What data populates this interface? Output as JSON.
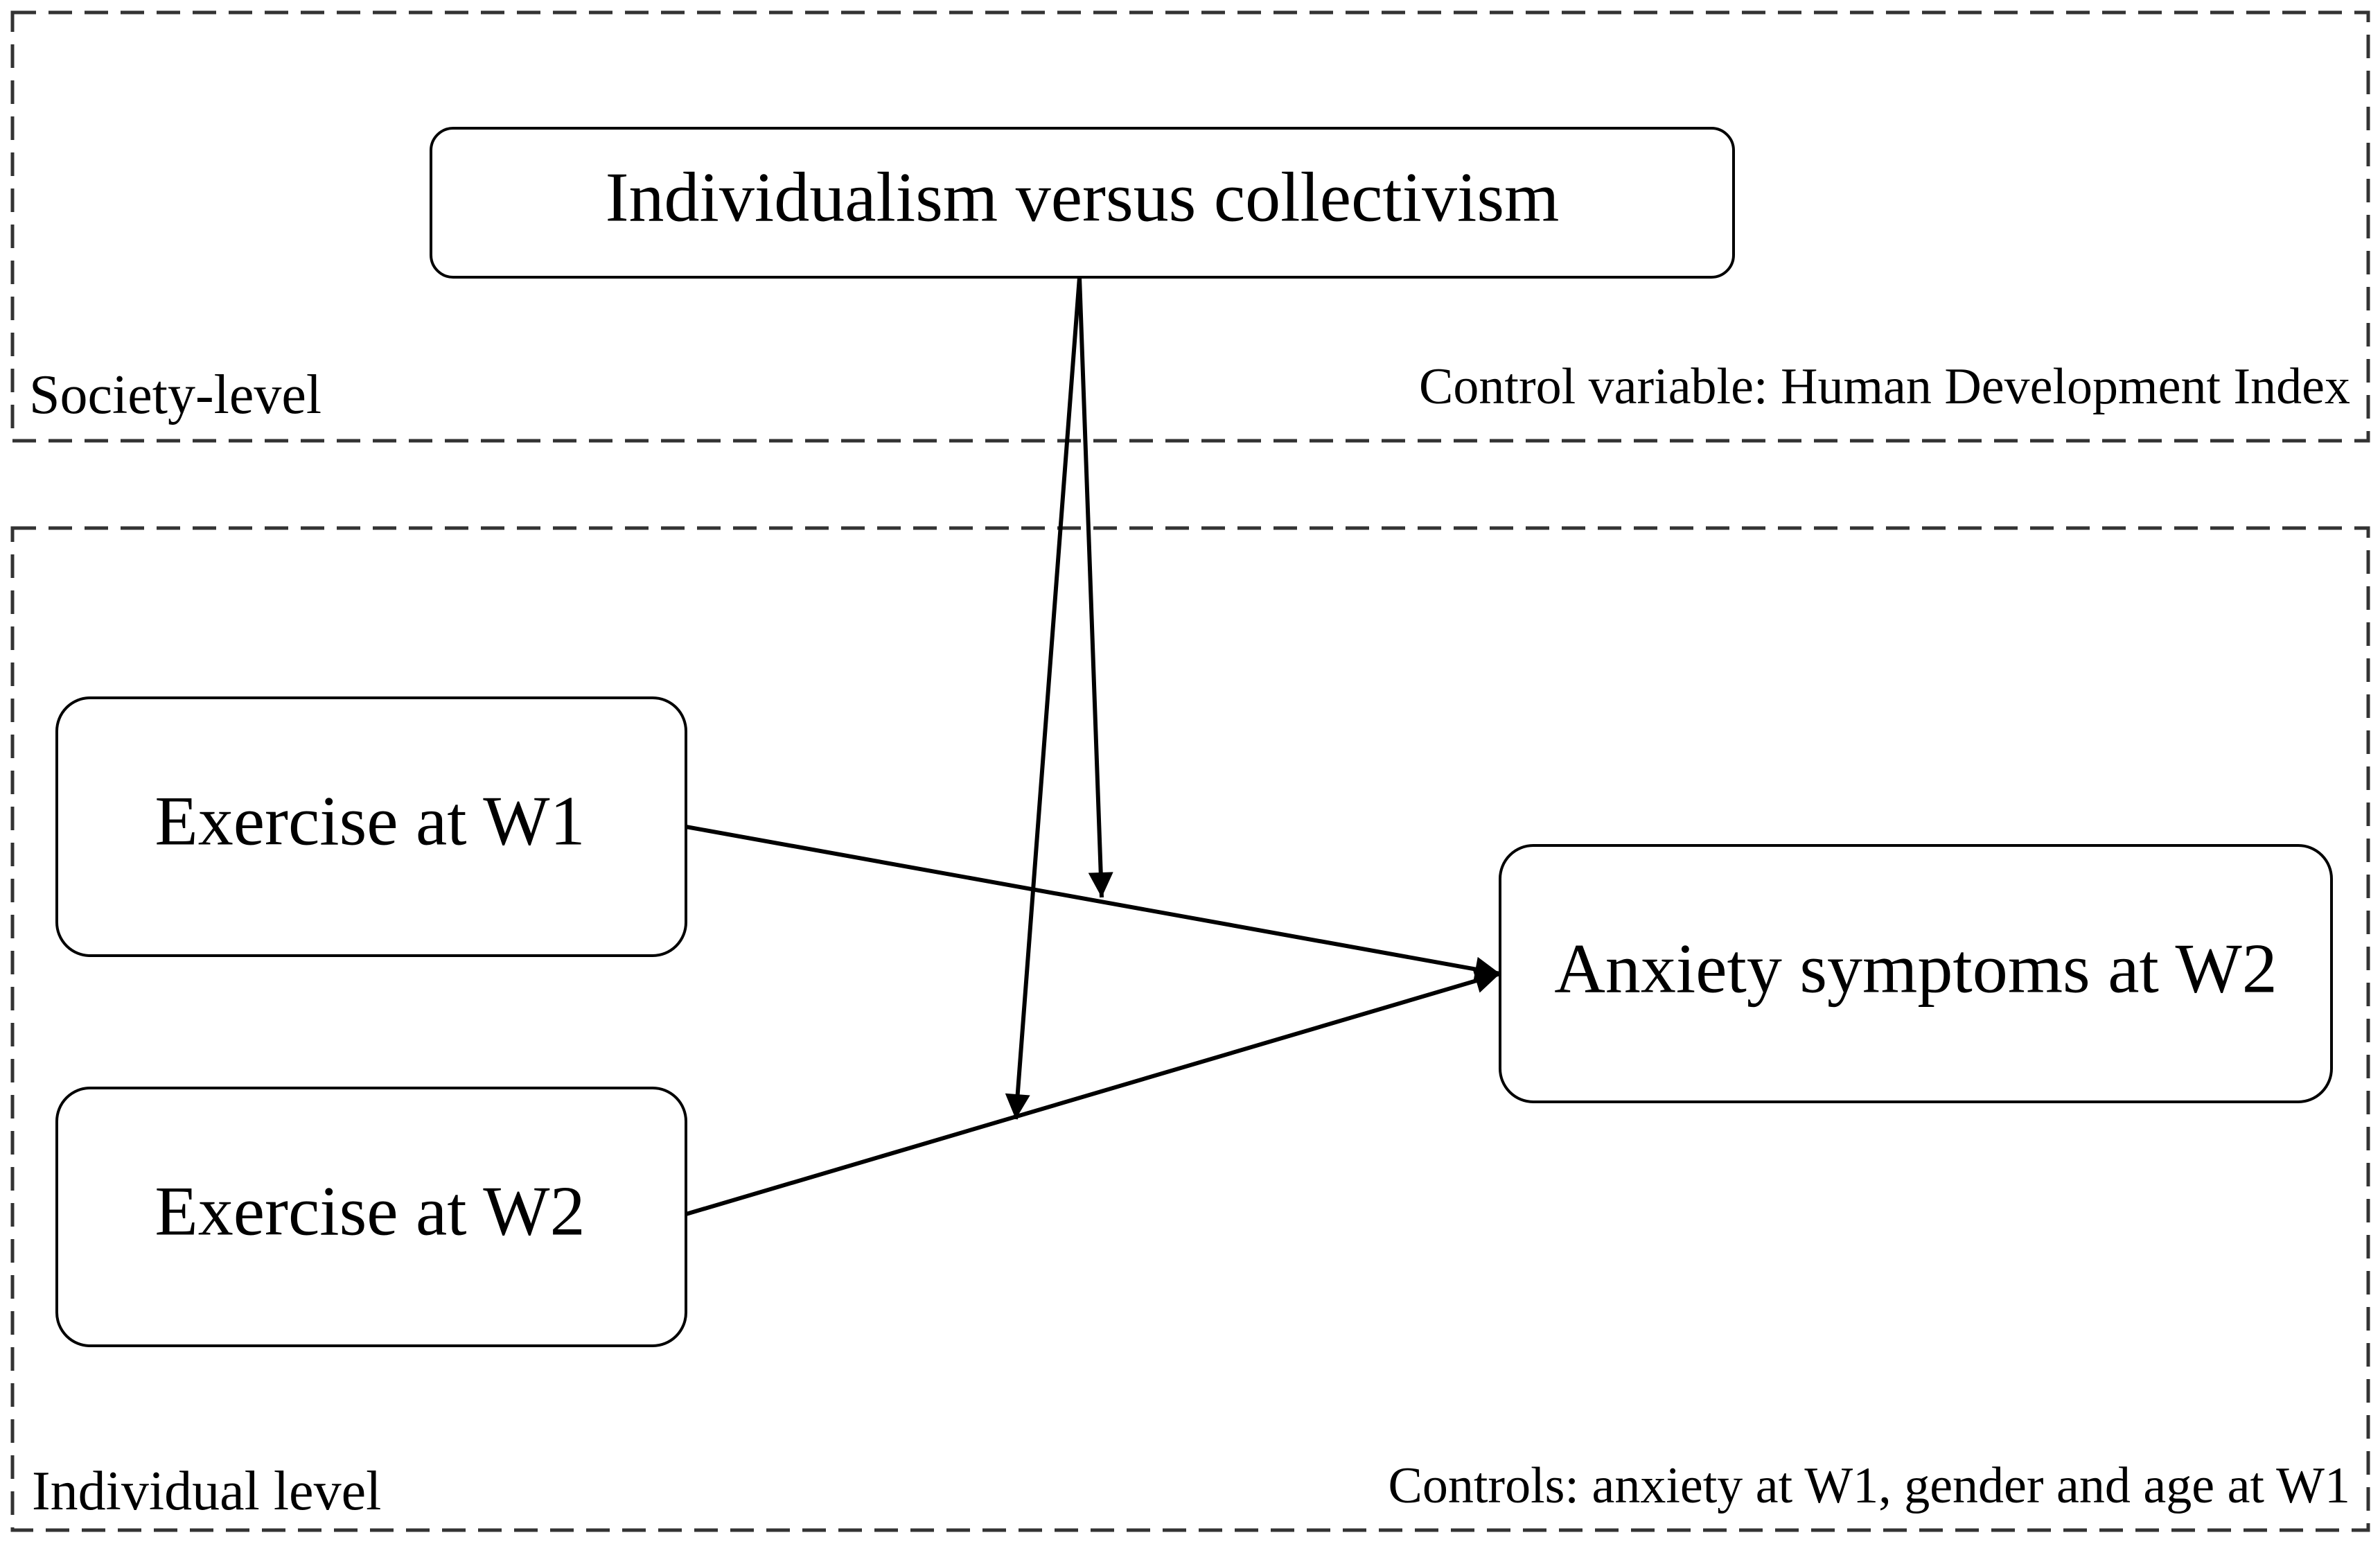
{
  "diagram": {
    "regions": {
      "society": {
        "label": "Society-level",
        "note": "Control variable: Human Development Index"
      },
      "individual": {
        "label": "Individual level",
        "note": "Controls: anxiety at W1, gender and age at W1"
      }
    },
    "nodes": {
      "moderator": {
        "label": "Individualism versus collectivism"
      },
      "exercise_w1": {
        "label": "Exercise at W1"
      },
      "exercise_w2": {
        "label": "Exercise at W2"
      },
      "anxiety_w2": {
        "label": "Anxiety symptoms at W2"
      }
    },
    "edges": [
      {
        "from": "Exercise at W1",
        "to": "Anxiety symptoms at W2",
        "type": "direct-path"
      },
      {
        "from": "Exercise at W2",
        "to": "Anxiety symptoms at W2",
        "type": "direct-path"
      },
      {
        "from": "Individualism versus collectivism",
        "to": "Exercise at W1 → Anxiety symptoms at W2",
        "type": "moderation"
      },
      {
        "from": "Individualism versus collectivism",
        "to": "Exercise at W2 → Anxiety symptoms at W2",
        "type": "moderation"
      }
    ],
    "colors": {
      "line": "#000000",
      "frame": "#333333",
      "background": "#ffffff"
    }
  }
}
